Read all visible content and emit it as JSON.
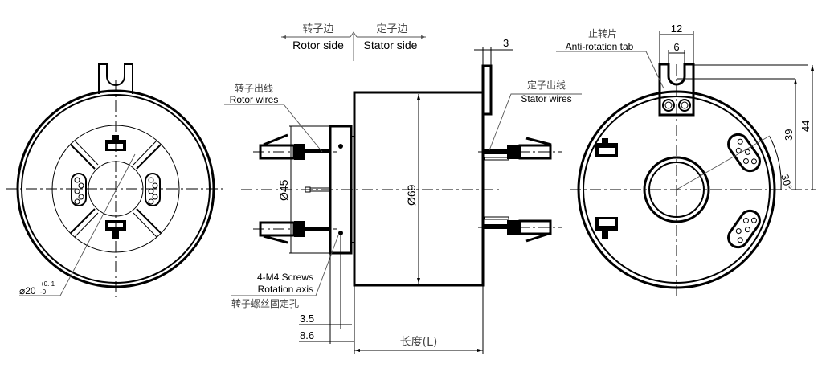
{
  "direction_labels": {
    "rotor_side_cn": "转子边",
    "rotor_side_en": "Rotor side",
    "stator_side_cn": "定子边",
    "stator_side_en": "Stator side"
  },
  "callouts": {
    "rotor_wires_cn": "转子出线",
    "rotor_wires_en": "Rotor wires",
    "stator_wires_cn": "定子出线",
    "stator_wires_en": "Stator wires",
    "anti_rotation_cn": "止转片",
    "anti_rotation_en": "Anti-rotation tab",
    "screws_en_1": "4-M4 Screws",
    "screws_en_2": "Rotation axis",
    "screws_cn": "转子螺丝固定孔"
  },
  "dimensions": {
    "bore_symbol": "⌀20",
    "bore_tol_upper": "+0. 1",
    "bore_tol_lower": "-0",
    "flange_dia": "Ø45",
    "body_dia": "Ø69",
    "tab_thickness": "3",
    "offset_small": "3.5",
    "offset_large": "8.6",
    "length_label": "长度(L)",
    "tab_width": "12",
    "slot_width": "6",
    "height_slot": "39",
    "height_tab": "44",
    "angle": "30°"
  }
}
